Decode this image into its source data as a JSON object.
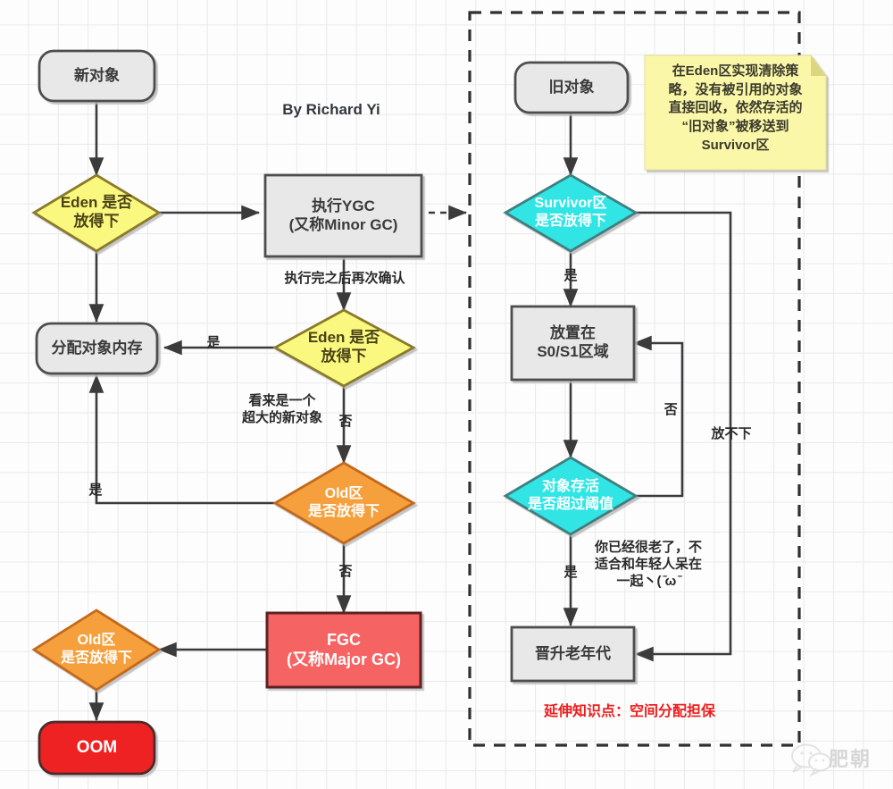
{
  "meta": {
    "byline": "By Richard Yi",
    "watermark_text": "肥朝",
    "watermark_icon": "wechat-icon"
  },
  "colors": {
    "grey_fill": "#e8e8e8",
    "grey_stroke": "#4d4d4d",
    "yellow_fill": "#faf87e",
    "yellow_stroke": "#8a7a2c",
    "cyan_fill": "#33e5e5",
    "cyan_stroke": "#3f7f7f",
    "orange_fill": "#f5a03c",
    "orange_stroke": "#c2691a",
    "red_fill": "#f56363",
    "red_stroke": "#5c2020",
    "oom_fill": "#ee2222",
    "oom_stroke": "#4d2a2a",
    "note_fill": "#fbf7a8",
    "note_stroke": "#d8d48a",
    "line": "#3b3b3b",
    "accent_red": "#ee1c1c"
  },
  "nodes": {
    "new_object": {
      "label": "新对象",
      "shape": "rounded-terminal",
      "fill": "grey"
    },
    "eden_fit_1": {
      "label": "Eden 是否\n放得下",
      "shape": "diamond",
      "fill": "yellow"
    },
    "ygc": {
      "label": "执行YGC\n(又称Minor GC)",
      "shape": "rect",
      "fill": "grey"
    },
    "alloc_mem": {
      "label": "分配对象内存",
      "shape": "rounded-terminal",
      "fill": "grey"
    },
    "eden_fit_2": {
      "label": "Eden 是否\n放得下",
      "shape": "diamond",
      "fill": "yellow"
    },
    "old_fit_1": {
      "label": "Old区\n是否放得下",
      "shape": "diamond",
      "fill": "orange"
    },
    "fgc": {
      "label": "FGC\n(又称Major GC)",
      "shape": "rect",
      "fill": "red"
    },
    "old_fit_2": {
      "label": "Old区\n是否放得下",
      "shape": "diamond",
      "fill": "orange"
    },
    "oom": {
      "label": "OOM",
      "shape": "rounded-terminal",
      "fill": "oom"
    },
    "old_object": {
      "label": "旧对象",
      "shape": "rounded-terminal",
      "fill": "grey"
    },
    "survivor_fit": {
      "label": "Survivor区\n是否放得下",
      "shape": "diamond",
      "fill": "cyan"
    },
    "place_s0s1": {
      "label": "放置在\nS0/S1区域",
      "shape": "rect",
      "fill": "grey"
    },
    "age_threshold": {
      "label": "对象存活\n是否超过阈值",
      "shape": "diamond",
      "fill": "cyan"
    },
    "promote_old": {
      "label": "晋升老年代",
      "shape": "rect",
      "fill": "grey"
    }
  },
  "edge_labels": {
    "ygc_recheck": "执行完之后再次确认",
    "eden2_yes": "是",
    "huge_object": "看来是一个\n超大的新对象",
    "eden2_no": "否",
    "old1_yes": "是",
    "old1_no": "否",
    "survivor_yes": "是",
    "threshold_no": "否",
    "survivor_overflow": "放不下",
    "threshold_yes": "是",
    "too_old_joke": "你已经很老了，不\n适合和年轻人呆在\n一起丶( ̄ω ̄"
  },
  "note": {
    "text": "在Eden区实现清除策\n略，没有被引用的对象\n直接回收，依然存活的\n“旧对象”被移送到\nSurvivor区"
  },
  "footnote": {
    "text": "延伸知识点：空间分配担保"
  }
}
